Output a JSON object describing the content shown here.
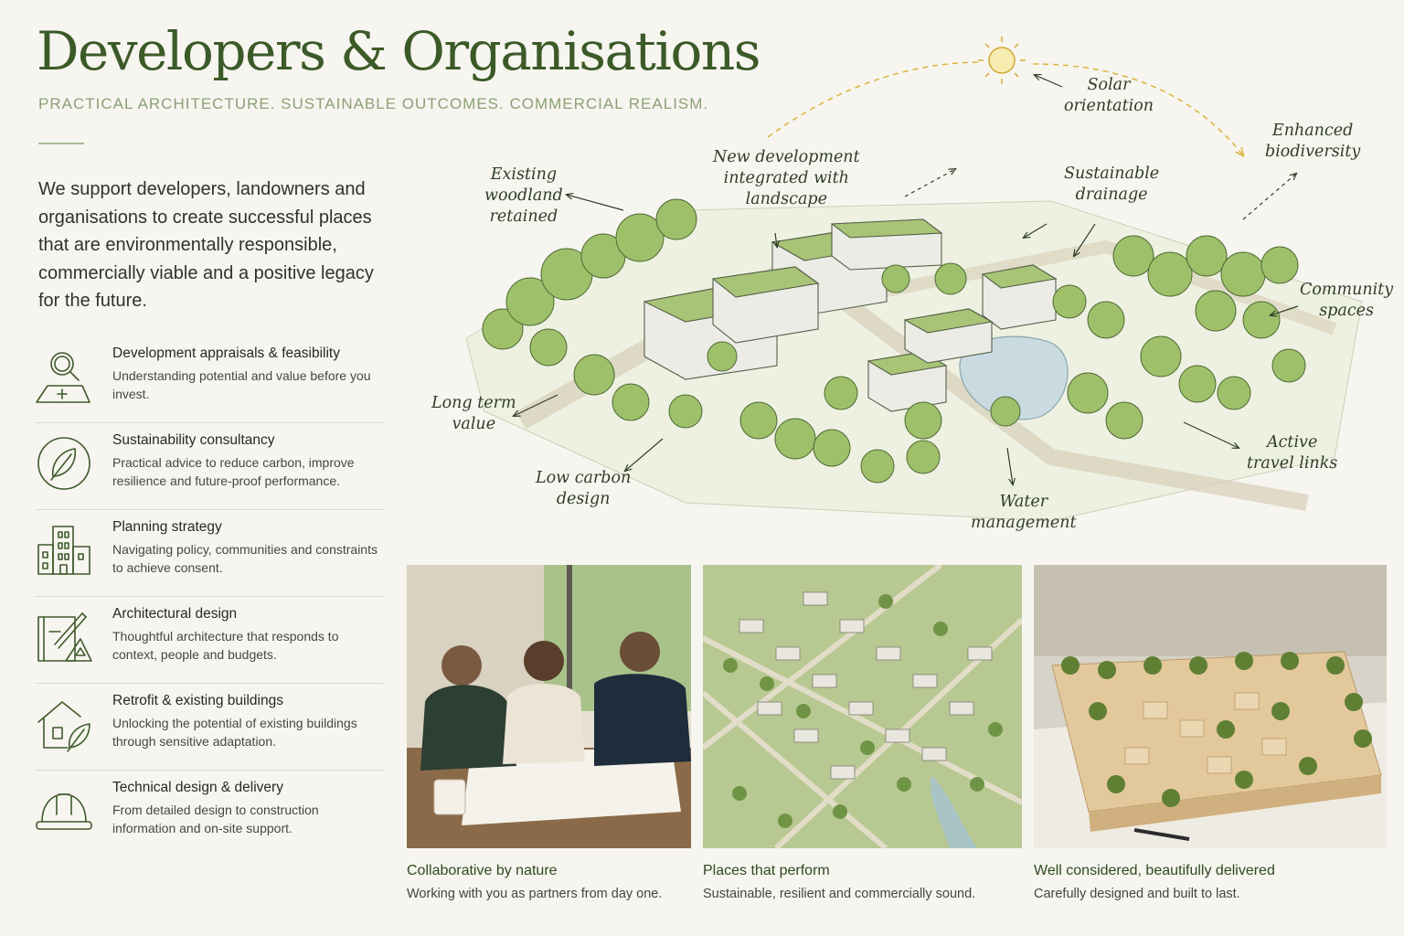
{
  "header": {
    "title": "Developers & Organisations",
    "tagline": "PRACTICAL ARCHITECTURE.  SUSTAINABLE OUTCOMES.  COMMERCIAL REALISM."
  },
  "intro": "We support developers, landowners and organisations to create successful places that are environmentally responsible, commercially viable and a positive legacy for the future.",
  "services": [
    {
      "icon": "magnifier-map-icon",
      "title": "Development appraisals & feasibility",
      "description": "Understanding potential and value before you invest."
    },
    {
      "icon": "leaf-circle-icon",
      "title": "Sustainability consultancy",
      "description": "Practical advice to reduce carbon, improve resilience and future-proof performance."
    },
    {
      "icon": "buildings-icon",
      "title": "Planning strategy",
      "description": "Navigating policy, communities and constraints to achieve consent."
    },
    {
      "icon": "drawing-tools-icon",
      "title": "Architectural design",
      "description": "Thoughtful architecture that responds to context, people and budgets."
    },
    {
      "icon": "house-leaf-icon",
      "title": "Retrofit & existing buildings",
      "description": "Unlocking the potential of existing buildings through sensitive adaptation."
    },
    {
      "icon": "hard-hat-icon",
      "title": "Technical design & delivery",
      "description": "From detailed design to construction information and on-site support."
    }
  ],
  "annotations": {
    "solar": "Solar\norientation",
    "biodiversity": "Enhanced\nbiodiversity",
    "woodland": "Existing\nwoodland\nretained",
    "new_dev": "New development\nintegrated with\nlandscape",
    "drainage": "Sustainable\ndrainage",
    "community": "Community\nspaces",
    "long_term": "Long term\nvalue",
    "low_carbon": "Low carbon\ndesign",
    "water": "Water\nmanagement",
    "active_travel": "Active\ntravel links"
  },
  "cards": [
    {
      "title": "Collaborative by nature",
      "description": "Working with you as partners from day one."
    },
    {
      "title": "Places that perform",
      "description": "Sustainable, resilient and commercially sound."
    },
    {
      "title": "Well considered, beautifully delivered",
      "description": "Carefully designed and built to last."
    }
  ],
  "colors": {
    "title_green": "#3b5a28",
    "tagline_green": "#8aa177",
    "background": "#f7f5ef"
  }
}
